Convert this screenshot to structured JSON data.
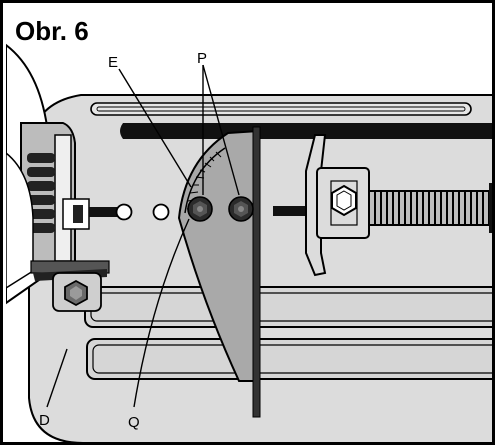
{
  "figure": {
    "title": "Obr. 6"
  },
  "callouts": {
    "E": "E",
    "P": "P",
    "Q": "Q",
    "D": "D"
  },
  "colors": {
    "base_plate": "#dcdcdc",
    "guide_gray": "#a9a9a9",
    "outline": "#000000",
    "knob_dark": "#2b2b2b",
    "screw_light": "#bdbdbd"
  },
  "icons": {
    "nut": "hex-nut-icon",
    "screw": "threaded-screw-icon"
  }
}
